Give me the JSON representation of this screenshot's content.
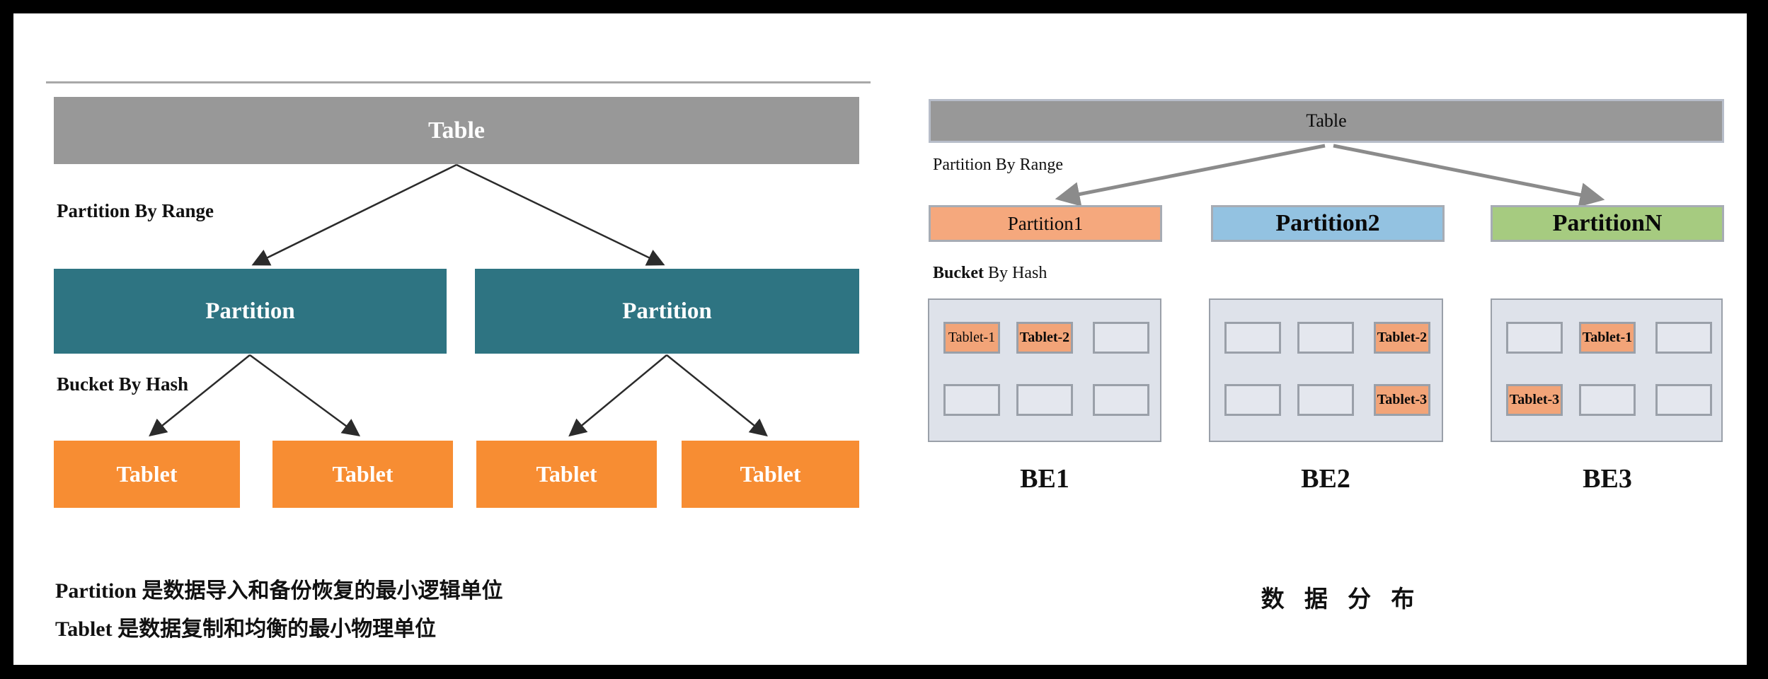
{
  "left_diagram": {
    "table_label": "Table",
    "partition_by_range_label": "Partition By Range",
    "bucket_by_hash_label": "Bucket By Hash",
    "partitions": [
      "Partition",
      "Partition"
    ],
    "tablets": [
      "Tablet",
      "Tablet",
      "Tablet",
      "Tablet"
    ],
    "note_line1": "Partition 是数据导入和备份恢复的最小逻辑单位",
    "note_line2": "Tablet 是数据复制和均衡的最小物理单位"
  },
  "right_diagram": {
    "table_label": "Table",
    "partition_by_range_label": "Partition By Range",
    "bucket_bold": "Bucket",
    "bucket_rest": " By Hash",
    "partitions": [
      {
        "label": "Partition1"
      },
      {
        "label": "Partition2"
      },
      {
        "label": "PartitionN"
      }
    ],
    "backends": [
      {
        "name": "BE1",
        "cells": [
          [
            "Tablet-1",
            "Tablet-2",
            ""
          ],
          [
            "",
            "",
            ""
          ]
        ]
      },
      {
        "name": "BE2",
        "cells": [
          [
            "",
            "",
            "Tablet-2"
          ],
          [
            "",
            "",
            "Tablet-3"
          ]
        ]
      },
      {
        "name": "BE3",
        "cells": [
          [
            "",
            "Tablet-1",
            ""
          ],
          [
            "Tablet-3",
            "",
            ""
          ]
        ]
      }
    ],
    "caption": "数 据 分 布"
  },
  "colors": {
    "frame": "#000000",
    "paper": "#ffffff",
    "table_gray": "#989898",
    "partition_teal": "#2E7482",
    "tablet_orange": "#F78D33",
    "partition1_salmon": "#F5A87D",
    "partition2_blue": "#93C2E1",
    "partitionN_green": "#A6CB80",
    "backend_fill": "#DEE2EA",
    "backend_border": "#9aa0a9",
    "highlight_cell": "#F2A478",
    "left_arrow": "#2b2b2b",
    "right_arrow": "#8b8b8b"
  }
}
